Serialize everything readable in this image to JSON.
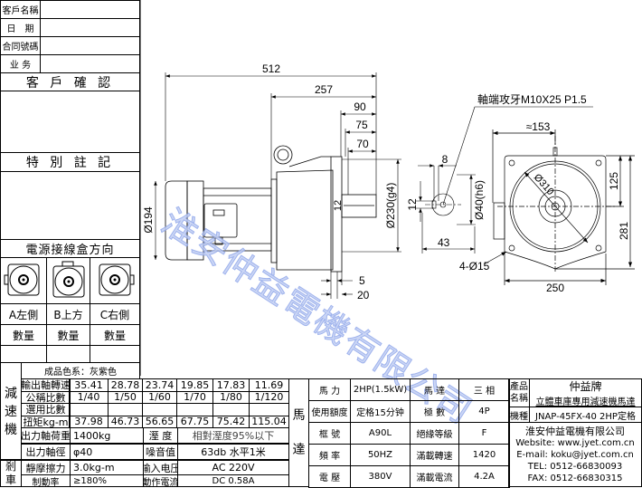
{
  "left_panel": {
    "customer_name": "客戶名稱",
    "date": "日　期",
    "contract_no": "合同號碼",
    "sales": "业 务",
    "customer_confirm": "客 戶 確 認",
    "special_notes": "特 別 註 記",
    "junction_box_direction": "電源接線盒方向",
    "directions": [
      "A左側",
      "B上方",
      "C右側"
    ],
    "quantity_label": "數量"
  },
  "drawing": {
    "dims": {
      "overall": "512",
      "gear_len": "257",
      "d90": "90",
      "d75": "75",
      "d70": "70",
      "dia194": "Ø194",
      "dia230": "Ø230(g4)",
      "d5": "5",
      "d20": "20",
      "d12": "12",
      "d8": "8",
      "d12b": "12",
      "dia40": "Ø40(h6)",
      "d43": "43",
      "approx153": "≈153",
      "dia310": "Ø310",
      "d125": "125",
      "d281": "281",
      "d250": "250",
      "holes": "4-Ø15"
    },
    "shaft_tap_note": "軸端攻牙M10X25 P1.5",
    "watermark": "淮安仲益電機有限公司"
  },
  "reducer": {
    "color_note": "成品色系：灰紫色",
    "section_label": "減速機",
    "rows": [
      {
        "label": "輸出軸轉速",
        "values": [
          "35.41",
          "28.78",
          "23.74",
          "19.85",
          "17.83",
          "11.69"
        ]
      },
      {
        "label": "公稱比數",
        "values": [
          "1/40",
          "1/50",
          "1/60",
          "1/70",
          "1/80",
          "1/120"
        ]
      },
      {
        "label": "選用比數",
        "values": [
          "",
          "",
          "",
          "",
          "",
          ""
        ]
      },
      {
        "label": "扭矩kg-m",
        "values": [
          "37.98",
          "46.73",
          "56.65",
          "67.75",
          "75.42",
          "115.04"
        ]
      }
    ],
    "load_label": "出力軸荷重",
    "load_value": "1400kg",
    "humidity_label": "溼 度",
    "humidity_value": "相對溼度95%以下",
    "shaft_dia_label": "出力軸徑",
    "shaft_dia_value": "φ40",
    "noise_label": "噪音值",
    "noise_value": "63db 水平1米"
  },
  "brake": {
    "section_label": "剎車",
    "torque_label": "靜摩擦力",
    "torque_value": "3.0kg-m",
    "voltage_label": "输入电压",
    "voltage_value": "AC 220V",
    "rate_label": "制動率",
    "rate_value": "≥180%",
    "current_label": "動作電流",
    "current_value": "DC 0.58A"
  },
  "motor": {
    "section_label": "馬達",
    "rows": [
      [
        "馬 力",
        "2HP(1.5kW)",
        "馬 達",
        "三 相"
      ],
      [
        "使用額度",
        "定格15分钟",
        "極 數",
        "4P"
      ],
      [
        "框 號",
        "A90L",
        "絕緣等級",
        "F"
      ],
      [
        "頻 率",
        "50HZ",
        "滿載轉速",
        "1420"
      ],
      [
        "電 壓",
        "380V",
        "滿載電流",
        "4.2A"
      ]
    ]
  },
  "product": {
    "name_label": "產品名稱",
    "brand": "仲益牌",
    "name": "立體車庫專用減速機馬達",
    "model_label": "機種",
    "model": "JNAP-45FX-40 2HP定格",
    "company": "淮安仲益電機有限公司",
    "website": "Website: www.jyet.com.cn",
    "email": "E-mail: koku@jyet.com.cn",
    "tel": "TEL: 0512-66830093",
    "fax": "FAX: 0512-66830315"
  }
}
